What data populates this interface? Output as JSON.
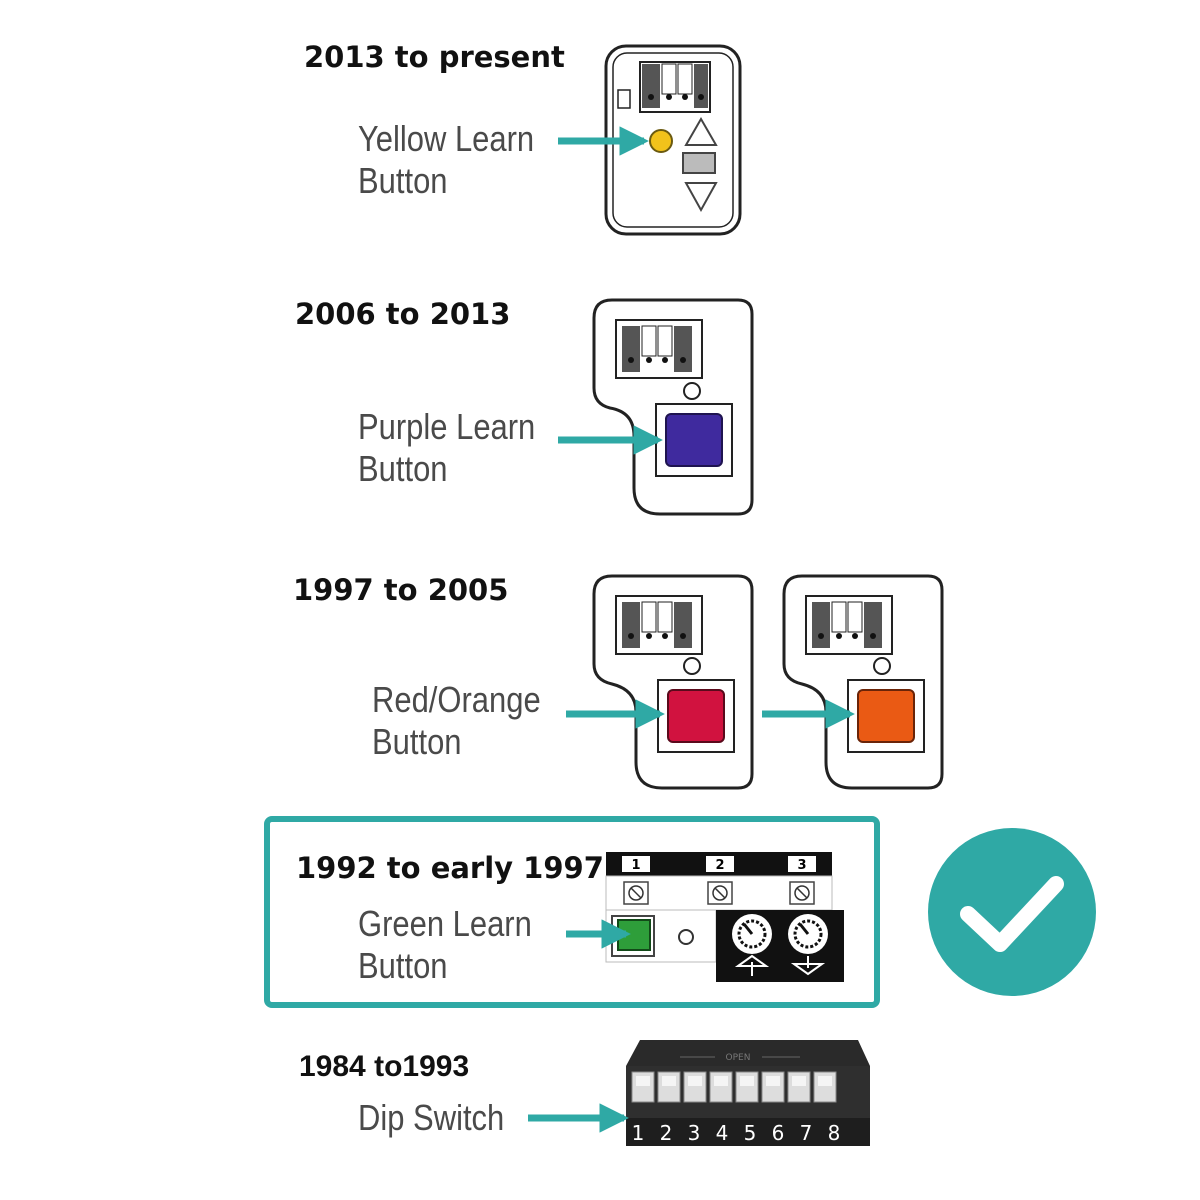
{
  "sections": [
    {
      "id": "2013",
      "year": "2013 to present",
      "label": [
        "Yellow Learn",
        "Button"
      ],
      "button_color": "#f2c21b"
    },
    {
      "id": "2006",
      "year": "2006 to 2013",
      "label": [
        "Purple Learn",
        "Button"
      ],
      "button_color": "#3f2a9e"
    },
    {
      "id": "1997",
      "year": "1997 to 2005",
      "label": [
        "Red/Orange",
        "Button"
      ],
      "button_colors": [
        "#d1123f",
        "#ea5a14"
      ]
    },
    {
      "id": "1992",
      "year": "1992 to early 1997",
      "label": [
        "Green Learn",
        "Button"
      ],
      "button_color": "#2e9e3a",
      "switch_numbers": [
        "1",
        "2",
        "3"
      ],
      "selected": true
    },
    {
      "id": "1984",
      "year": "1984 to1993",
      "label": [
        "Dip Switch"
      ],
      "dip_header": "OPEN",
      "dip_numbers": [
        "1",
        "2",
        "3",
        "4",
        "5",
        "6",
        "7",
        "8"
      ]
    }
  ],
  "accent_color": "#2fa9a5",
  "selected_icon": "checkmark-icon"
}
